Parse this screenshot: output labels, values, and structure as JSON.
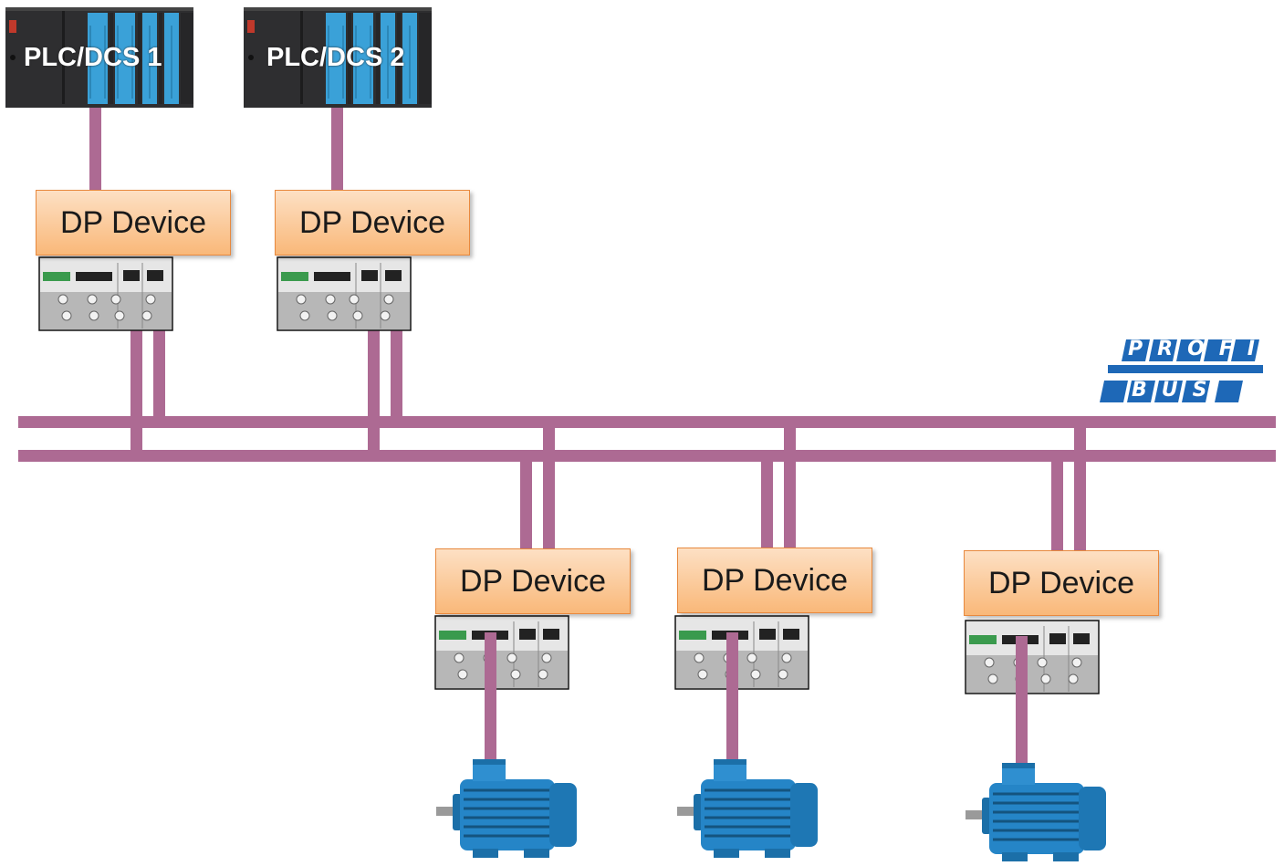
{
  "colors": {
    "bus": "#ad6a93",
    "dp_fill_top": "#fde0c4",
    "dp_fill_bottom": "#f9b879",
    "dp_border": "#e8893e",
    "plc_body": "#2e2e30",
    "plc_module": "#3aa1d8",
    "motor": "#2585c7",
    "profibus": "#1e68b7"
  },
  "controllers": [
    {
      "label": "PLC/DCS 1",
      "icon": "plc-rack-icon"
    },
    {
      "label": "PLC/DCS 2",
      "icon": "plc-rack-icon"
    }
  ],
  "dp_devices": [
    {
      "label": "DP Device",
      "icon": "io-module-icon"
    },
    {
      "label": "DP Device",
      "icon": "io-module-icon"
    },
    {
      "label": "DP Device",
      "icon": "io-module-icon"
    },
    {
      "label": "DP Device",
      "icon": "io-module-icon"
    },
    {
      "label": "DP Device",
      "icon": "io-module-icon"
    }
  ],
  "motors": [
    {
      "icon": "electric-motor-icon"
    },
    {
      "icon": "electric-motor-icon"
    },
    {
      "icon": "electric-motor-icon"
    }
  ],
  "logo": {
    "text_top": "PROFI",
    "text_bottom": "BUS",
    "icon": "profibus-logo"
  }
}
